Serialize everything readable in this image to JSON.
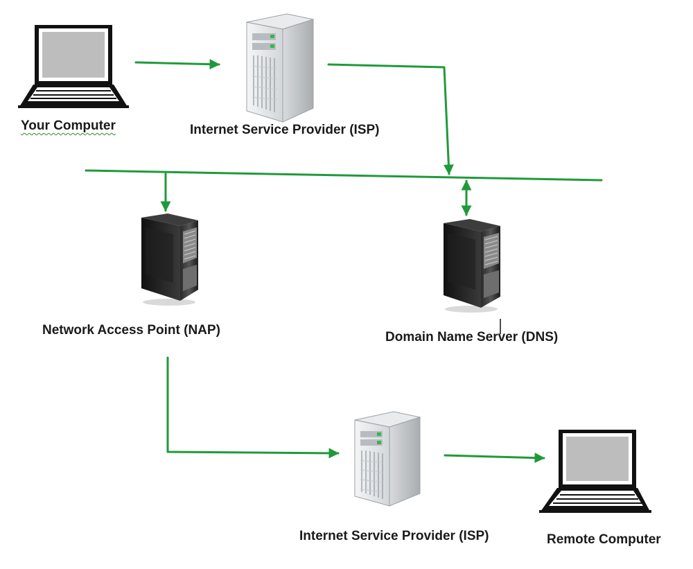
{
  "nodes": {
    "your_computer": {
      "label": "Your Computer",
      "icon": "laptop-icon"
    },
    "isp_top": {
      "label": "Internet Service Provider (ISP)",
      "icon": "server-tower-icon"
    },
    "nap": {
      "label": "Network Access Point (NAP)",
      "icon": "dark-server-icon"
    },
    "dns": {
      "label": "Domain Name Server (DNS)",
      "icon": "dark-server-icon"
    },
    "isp_bottom": {
      "label": "Internet Service Provider (ISP)",
      "icon": "server-tower-icon"
    },
    "remote_computer": {
      "label": "Remote Computer",
      "icon": "laptop-icon"
    }
  },
  "colors": {
    "connector": "#1f9a3a",
    "text": "#1a1a1a",
    "background": "#ffffff"
  }
}
